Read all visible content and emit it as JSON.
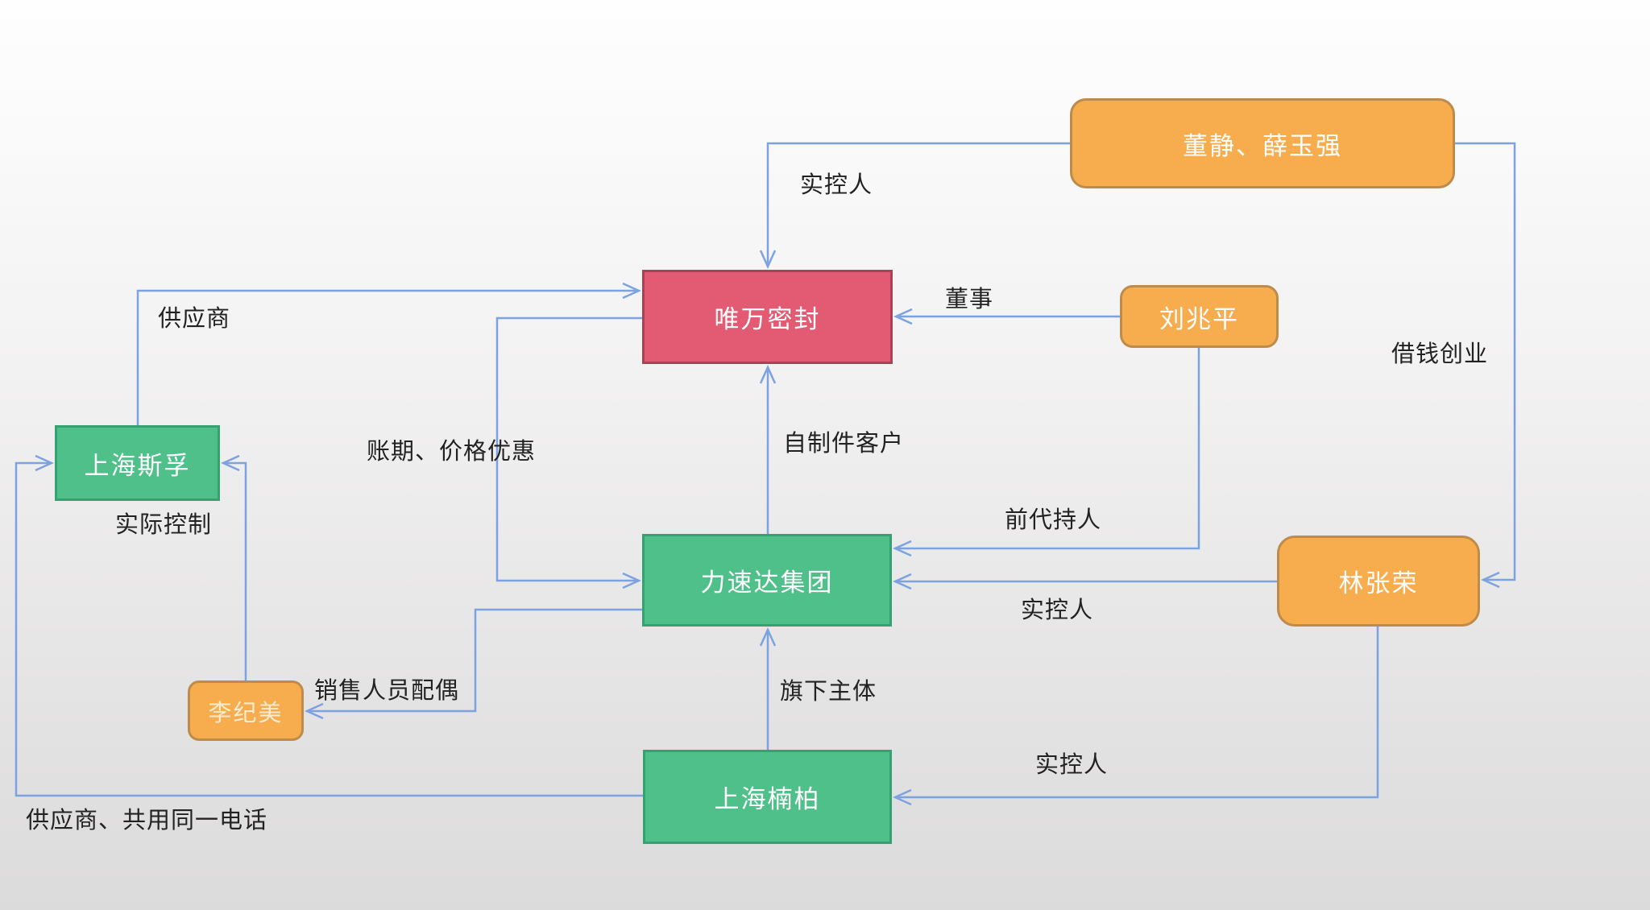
{
  "diagram": {
    "title_hint": "corporate-relationship-diagram",
    "colors": {
      "person_fill": "#f7ac4d",
      "person_border": "#bd8c4c",
      "highlight_company_fill": "#e25b72",
      "highlight_company_border": "#aa4157",
      "company_fill": "#4fc089",
      "company_border": "#36a171",
      "connector": "#7ca2e0",
      "label_text": "#222222",
      "node_text": "#ffffff"
    },
    "nodes": [
      {
        "id": "dongjing-xueyuqiang",
        "label": "董静、薛玉强",
        "type": "person"
      },
      {
        "id": "weiwan-mifeng",
        "label": "唯万密封",
        "type": "highlight-company"
      },
      {
        "id": "liu-zhaoping",
        "label": "刘兆平",
        "type": "person"
      },
      {
        "id": "shanghai-sifu",
        "label": "上海斯孚",
        "type": "company"
      },
      {
        "id": "lisuda-group",
        "label": "力速达集团",
        "type": "company"
      },
      {
        "id": "lin-zhangrong",
        "label": "林张荣",
        "type": "person"
      },
      {
        "id": "li-jimei",
        "label": "李纪美",
        "type": "person"
      },
      {
        "id": "shanghai-nanbai",
        "label": "上海楠柏",
        "type": "company"
      }
    ],
    "edges": [
      {
        "label": "实控人",
        "from": "董静、薛玉强",
        "to": "唯万密封"
      },
      {
        "label": "董事",
        "from": "刘兆平",
        "to": "唯万密封"
      },
      {
        "label": "借钱创业",
        "from": "董静、薛玉强",
        "to": "林张荣"
      },
      {
        "label": "供应商",
        "from": "上海斯孚",
        "to": "唯万密封"
      },
      {
        "label": "账期、价格优惠",
        "from": "唯万密封",
        "to": "力速达集团"
      },
      {
        "label": "自制件客户",
        "from": "力速达集团",
        "to": "唯万密封"
      },
      {
        "label": "前代持人",
        "from": "刘兆平",
        "to": "力速达集团"
      },
      {
        "label": "实控人",
        "from": "林张荣",
        "to": "力速达集团"
      },
      {
        "label": "销售人员配偶",
        "from": "力速达集团",
        "to": "李纪美"
      },
      {
        "label": "实际控制",
        "from": "李纪美",
        "to": "上海斯孚"
      },
      {
        "label": "旗下主体",
        "from": "上海楠柏",
        "to": "力速达集团"
      },
      {
        "label": "实控人",
        "from": "林张荣",
        "to": "上海楠柏"
      },
      {
        "label": "供应商、共用同一电话",
        "from": "上海楠柏",
        "to": "上海斯孚"
      }
    ]
  }
}
